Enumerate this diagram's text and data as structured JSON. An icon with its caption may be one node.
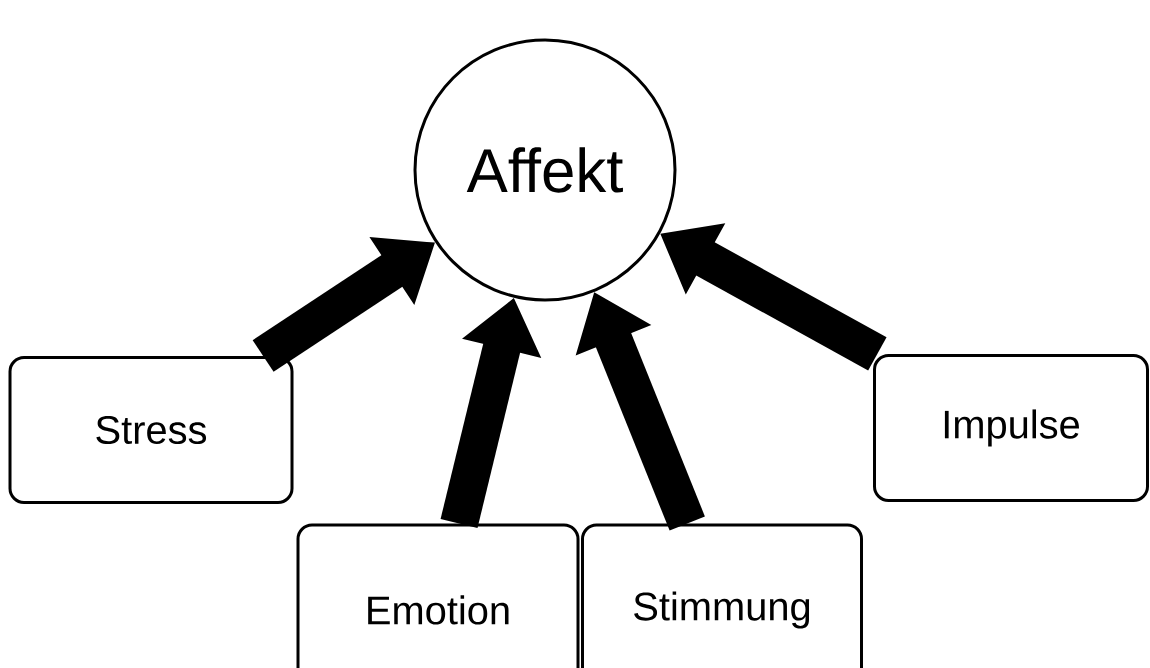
{
  "diagram": {
    "nodes": [
      {
        "text": [
          "Affekt"
        ]
      },
      {
        "text": [
          "Stress"
        ]
      },
      {
        "text": [
          "Emotion"
        ]
      },
      {
        "text": [
          "Stimmung"
        ]
      },
      {
        "text": [
          "Impulse"
        ]
      }
    ],
    "edges": [
      {
        "from": 1,
        "to": 0,
        "arrow": "to"
      },
      {
        "from": 2,
        "to": 0,
        "arrow": "to"
      },
      {
        "from": 3,
        "to": 0,
        "arrow": "to"
      },
      {
        "from": 4,
        "to": 0,
        "arrow": "to"
      }
    ]
  }
}
